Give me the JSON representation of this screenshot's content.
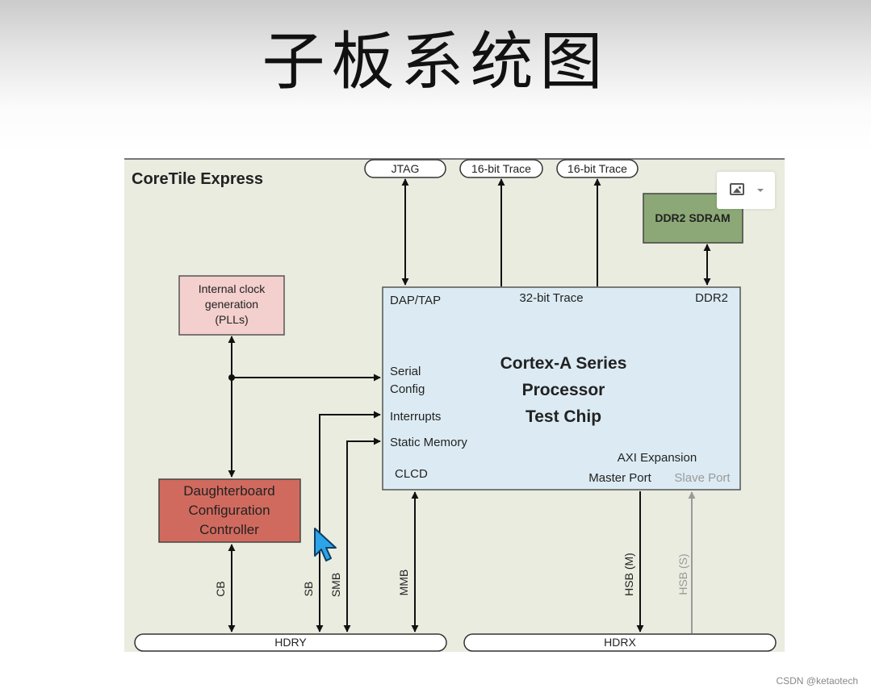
{
  "slide": {
    "title": "子板系统图"
  },
  "board": {
    "title": "CoreTile Express"
  },
  "external_ports": [
    "JTAG",
    "16-bit Trace",
    "16-bit Trace"
  ],
  "blocks": {
    "ddr2_sdram": "DDR2 SDRAM",
    "pll": [
      "Internal clock",
      "generation",
      "(PLLs)"
    ],
    "controller": [
      "Daughterboard",
      "Configuration",
      "Controller"
    ],
    "processor_title": [
      "Cortex-A Series",
      "Processor",
      "Test Chip"
    ]
  },
  "processor_ports": {
    "dap_tap": "DAP/TAP",
    "trace32": "32-bit Trace",
    "ddr2": "DDR2",
    "serial_config": [
      "Serial",
      "Config"
    ],
    "interrupts": "Interrupts",
    "static_memory": "Static Memory",
    "clcd": "CLCD",
    "axi_expansion": "AXI Expansion",
    "master_port": "Master Port",
    "slave_port": "Slave Port"
  },
  "buses": {
    "cb": "CB",
    "sb": "SB",
    "smb": "SMB",
    "mmb": "MMB",
    "hsb_m": "HSB (M)",
    "hsb_s": "HSB (S)"
  },
  "connectors": {
    "hdry": "HDRY",
    "hdrx": "HDRX"
  },
  "watermark": "CSDN @ketaotech",
  "colors": {
    "board_fill": "#e9ecdf",
    "processor_fill": "#dcebf3",
    "ddr_fill": "#8ca876",
    "pll_fill": "#f3cfcd",
    "controller_fill": "#d16a5e",
    "faded": "#9a9a9a"
  },
  "icons": [
    "image-icon",
    "caret-down-icon",
    "mouse-cursor-icon"
  ]
}
